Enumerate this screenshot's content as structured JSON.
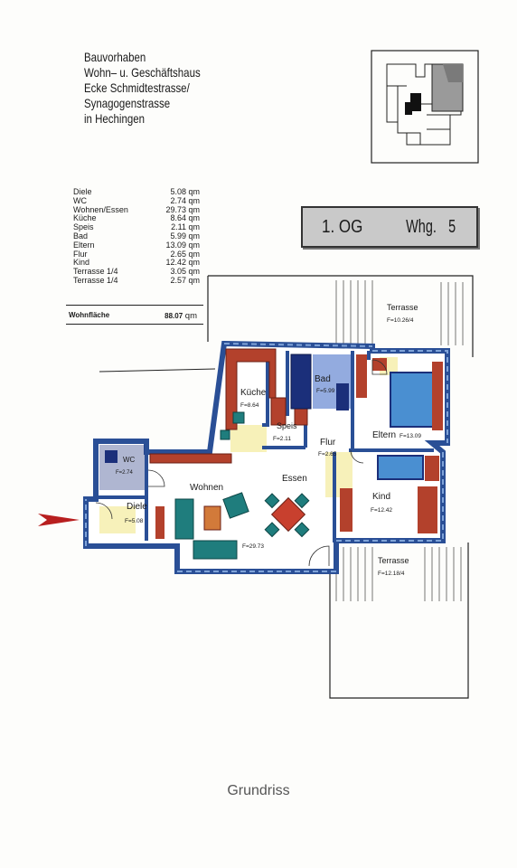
{
  "project": {
    "lines": [
      "Bauvorhaben",
      "Wohn– u. Geschäftshaus",
      "Ecke Schmidtestrasse/",
      "Synagogenstrasse",
      "in Hechingen"
    ]
  },
  "areas": [
    {
      "room": "Diele",
      "size": "5.08",
      "unit": "qm"
    },
    {
      "room": "WC",
      "size": "2.74",
      "unit": "qm"
    },
    {
      "room": "Wohnen/Essen",
      "size": "29.73",
      "unit": "qm"
    },
    {
      "room": "Küche",
      "size": "8.64",
      "unit": "qm"
    },
    {
      "room": "Speis",
      "size": "2.11",
      "unit": "qm"
    },
    {
      "room": "Bad",
      "size": "5.99",
      "unit": "qm"
    },
    {
      "room": "Eltern",
      "size": "13.09",
      "unit": "qm"
    },
    {
      "room": "Flur",
      "size": "2.65",
      "unit": "qm"
    },
    {
      "room": "Kind",
      "size": "12.42",
      "unit": "qm"
    },
    {
      "room": "Terrasse  1/4",
      "size": "3.05",
      "unit": "qm"
    },
    {
      "room": "Terrasse  1/4",
      "size": "2.57",
      "unit": "qm"
    }
  ],
  "total": {
    "label": "Wohnfläche",
    "size": "88.07",
    "unit": "qm"
  },
  "unit": {
    "floor": "1. OG",
    "apartment": "Whg.",
    "number": "5"
  },
  "plan": {
    "kueche": {
      "name": "Küche",
      "area": "F=8.64"
    },
    "bad": {
      "name": "Bad",
      "area": "F=5.99"
    },
    "speis": {
      "name": "Speis",
      "area": "F=2.11"
    },
    "flur": {
      "name": "Flur",
      "area": "F=2.65"
    },
    "eltern": {
      "name": "Eltern",
      "area": "F=13.09"
    },
    "wc": {
      "name": "WC",
      "area": "F=2.74"
    },
    "wohnen": {
      "name": "Wohnen"
    },
    "essen": {
      "name": "Essen",
      "area": "F=29.73"
    },
    "diele": {
      "name": "Diele",
      "area": "F=5.08"
    },
    "kind": {
      "name": "Kind",
      "area": "F=12.42"
    },
    "terrasse_top": {
      "name": "Terrasse",
      "area": "F=10.26/4"
    },
    "terrasse_bottom": {
      "name": "Terrasse",
      "area": "F=12.18/4"
    }
  },
  "caption": "Grundriss",
  "colors": {
    "wall": "#2a4f96",
    "wood": "#b3412c",
    "fixture": "#1b2f7a",
    "textile": "#1f7d7d",
    "floor_accent": "#f2e88c"
  }
}
